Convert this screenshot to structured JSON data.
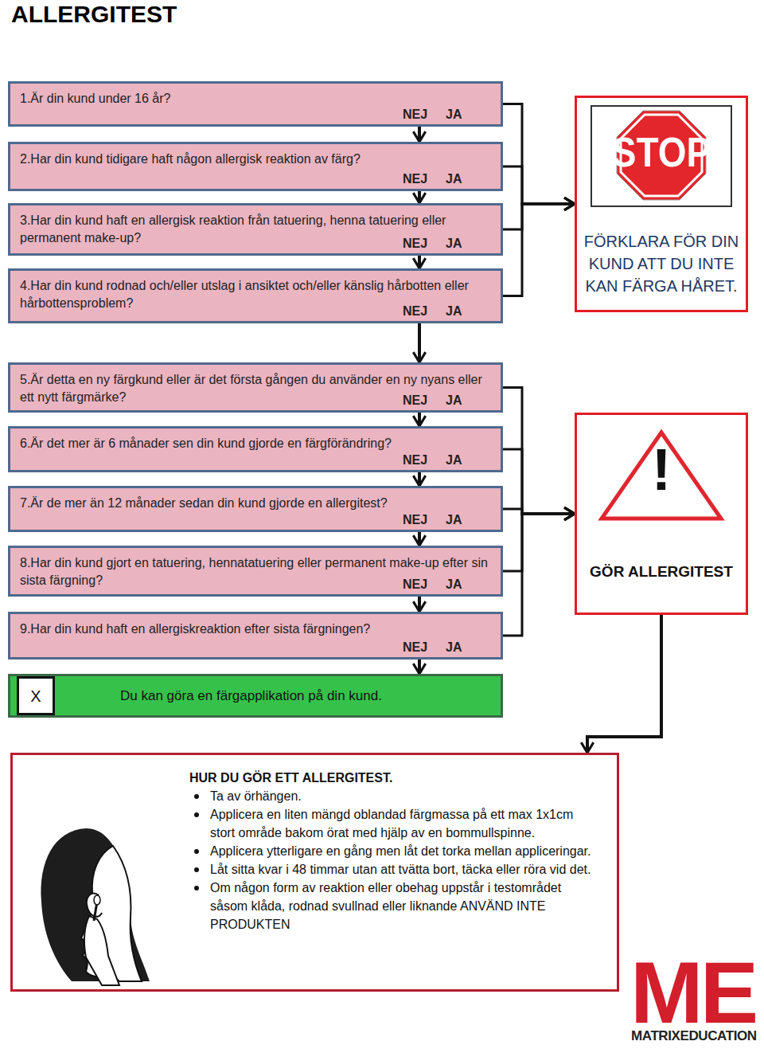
{
  "diagram": {
    "title": "ALLERGITEST",
    "nodes": [
      {
        "text": [
          "1.Är din kund under 16 år?",
          "NEJ",
          "JA"
        ]
      },
      {
        "text": [
          "2.Har din kund tidigare haft någon allergisk reaktion av färg?",
          "NEJ",
          "JA"
        ]
      },
      {
        "text": [
          "3.Har din kund haft en allergisk reaktion från tatuering, henna tatuering eller permanent make-up?",
          "NEJ",
          "JA"
        ]
      },
      {
        "text": [
          "4.Har din kund rodnad och/eller utslag i ansiktet och/eller känslig hårbotten eller hårbottensproblem?",
          "NEJ",
          "JA"
        ]
      },
      {
        "text": [
          "5.Är detta en ny färgkund eller är det första gången du använder en ny nyans eller ett nytt färgmärke?",
          "NEJ",
          "JA"
        ]
      },
      {
        "text": [
          "6.Är det mer är 6 månader sen din kund gjorde en färgförändring?",
          "NEJ",
          "JA"
        ]
      },
      {
        "text": [
          "7.Är de mer än 12 månader sedan din kund gjorde en allergitest?",
          "NEJ",
          "JA"
        ]
      },
      {
        "text": [
          "8.Har din kund gjort en tatuering, hennatatuering eller permanent make-up efter sin sista färgning?",
          "NEJ",
          "JA"
        ]
      },
      {
        "text": [
          "9.Har din kund haft en allergiskreaktion efter sista färgningen?",
          "NEJ",
          "JA"
        ]
      },
      {
        "text": [
          "FÖRKLARA FÖR DIN KUND ATT DU INTE KAN FÄRGA HÅRET."
        ]
      },
      {
        "text": [
          "GÖR ALLERGITEST"
        ]
      },
      {
        "text": [
          "Du kan göra en färgapplikation på din kund."
        ]
      },
      {
        "text": [
          "X"
        ],
        "in": 11
      },
      {
        "text": [
          "HUR DU GÖR ETT ALLERGITEST.",
          "Ta av örhängen.",
          "Applicera en liten mängd oblandad färgmassa på ett max 1x1cm stort område bakom örat med hjälp av en bommullspinne.",
          "Applicera ytterligare en gång men låt det torka mellan appliceringar.",
          "Låt sitta kvar i 48 timmar utan att tvätta bort, täcka eller röra vid det.",
          "Om någon form av reaktion eller obehag uppstår i testområdet såsom klåda, rodnad svullnad eller liknande ANVÄND INTE PRODUKTEN"
        ]
      }
    ],
    "edges": [
      {
        "from": 0,
        "to": 1,
        "arrow": "to"
      },
      {
        "from": 1,
        "to": 2,
        "arrow": "to"
      },
      {
        "from": 2,
        "to": 3,
        "arrow": "to"
      },
      {
        "from": 3,
        "to": 4,
        "arrow": "to"
      },
      {
        "from": 4,
        "to": 5,
        "arrow": "to"
      },
      {
        "from": 5,
        "to": 6,
        "arrow": "to"
      },
      {
        "from": 6,
        "to": 7,
        "arrow": "to"
      },
      {
        "from": 7,
        "to": 8,
        "arrow": "to"
      },
      {
        "from": 8,
        "to": 11,
        "arrow": "to"
      },
      {
        "from": 0,
        "to": 9,
        "arrow": "to"
      },
      {
        "from": 1,
        "to": 9,
        "arrow": "to"
      },
      {
        "from": 2,
        "to": 9,
        "arrow": "to"
      },
      {
        "from": 3,
        "to": 9,
        "arrow": "to"
      },
      {
        "from": 4,
        "to": 10,
        "arrow": "to"
      },
      {
        "from": 5,
        "to": 10,
        "arrow": "to"
      },
      {
        "from": 6,
        "to": 10,
        "arrow": "to"
      },
      {
        "from": 7,
        "to": 10,
        "arrow": "to"
      },
      {
        "from": 8,
        "to": 10,
        "arrow": "to"
      },
      {
        "from": 10,
        "to": 13,
        "arrow": "to"
      }
    ],
    "labels": [
      "STOP",
      "!",
      "ME",
      "MATRIXEDUCATION"
    ]
  }
}
